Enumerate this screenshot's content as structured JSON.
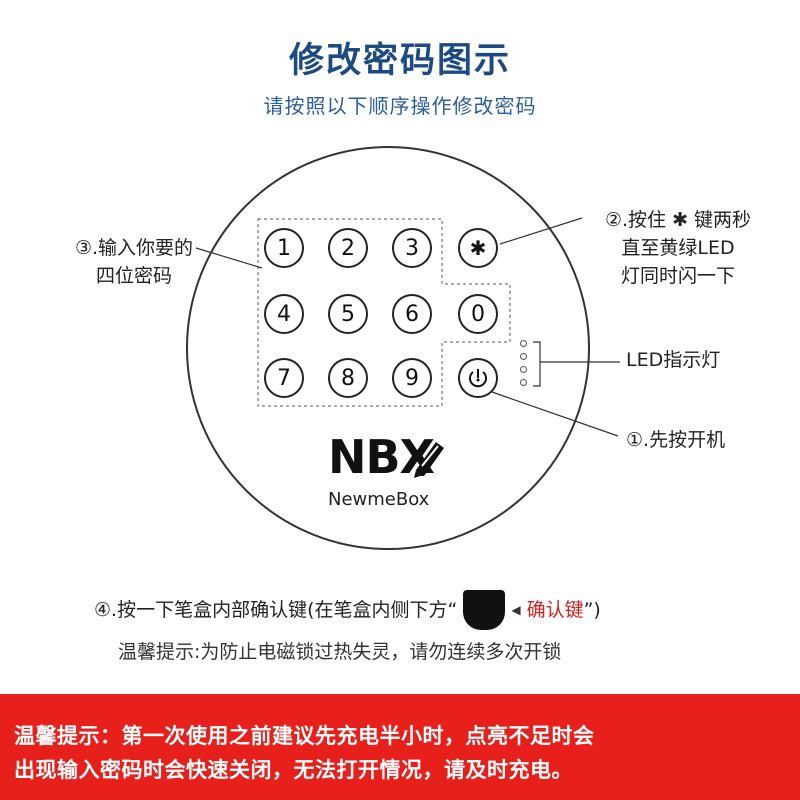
{
  "header": {
    "title": "修改密码图示",
    "subtitle": "请按照以下顺序操作修改密码"
  },
  "keypad": {
    "keys": [
      "1",
      "2",
      "3",
      "✱",
      "4",
      "5",
      "6",
      "0",
      "7",
      "8",
      "9"
    ],
    "power_icon": "power-icon"
  },
  "callouts": {
    "step3_line1": "③.输入你要的",
    "step3_line2": "四位密码",
    "step2_line1": "②.按住 ✱ 键两秒",
    "step2_line2": "直至黄绿LED",
    "step2_line3": "灯同时闪一下",
    "led_label": "LED指示灯",
    "step1": "①.先按开机"
  },
  "logo": {
    "mark": "NBX",
    "brand": "NewmeBox"
  },
  "step4": {
    "text_before": "④.按一下笔盒内部确认键(在笔盒内侧下方“",
    "confirm_label": "确认键",
    "text_after": "”)"
  },
  "tip_small": "温馨提示:为防止电磁锁过热失灵，请勿连续多次开锁",
  "banner": {
    "line1": "温馨提示：第一次使用之前建议先充电半小时，点亮不足时会",
    "line2": "出现输入密码时会快速关闭，无法打开情况，请及时充电。"
  },
  "colors": {
    "title": "#1c4a82",
    "subtitle": "#2d5f9b",
    "banner_bg": "#e8201c",
    "confirm_text": "#d42020"
  }
}
